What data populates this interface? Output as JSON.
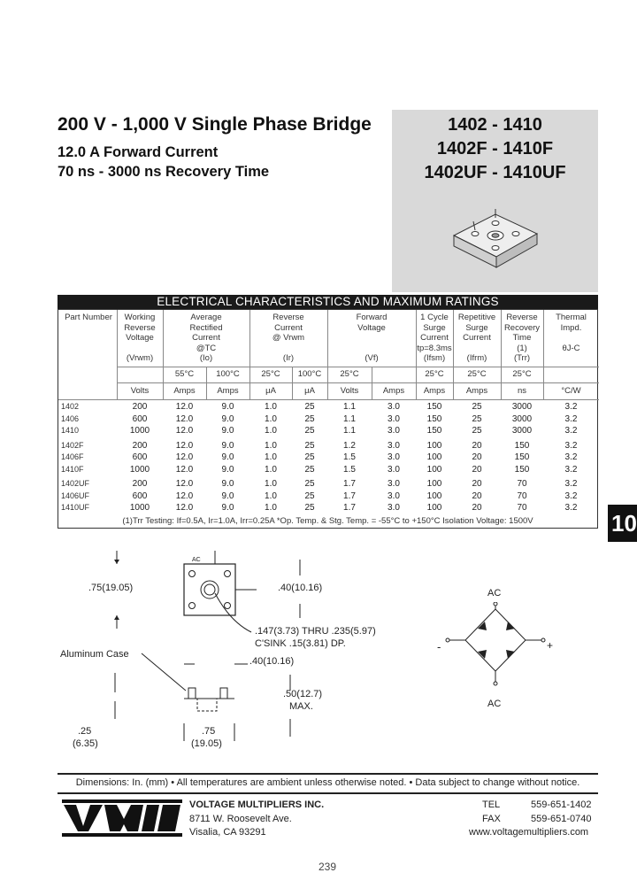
{
  "header": {
    "title": "200 V - 1,000 V Single Phase Bridge",
    "sub1": "12.0 A Forward Current",
    "sub2": "70 ns - 3000 ns Recovery Time",
    "part_numbers": [
      "1402 - 1410",
      "1402F - 1410F",
      "1402UF - 1410UF"
    ]
  },
  "table": {
    "title": "ELECTRICAL CHARACTERISTICS AND MAXIMUM RATINGS",
    "col_headers": {
      "part_number": "Part Number",
      "working": [
        "Working",
        "Reverse",
        "Voltage",
        "",
        "(Vrwm)"
      ],
      "rectified": [
        "Average",
        "Rectified",
        "Current",
        "@TC",
        "(Io)"
      ],
      "reverse_current": [
        "Reverse",
        "Current",
        "@ Vrwm",
        "",
        "(Ir)"
      ],
      "forward": [
        "Forward",
        "Voltage",
        "",
        "",
        "(Vf)"
      ],
      "surge1": [
        "1 Cycle",
        "Surge",
        "Current",
        "tp=8.3ms",
        "(Ifsm)"
      ],
      "surge_rep": [
        "Repetitive",
        "Surge",
        "Current",
        "",
        "(Ifrm)"
      ],
      "recovery": [
        "Reverse",
        "Recovery",
        "Time",
        "(1)",
        "(Trr)"
      ],
      "thermal": [
        "Thermal",
        "Impd.",
        "",
        "θJ-C",
        ""
      ]
    },
    "temps": [
      "55°C",
      "100°C",
      "25°C",
      "100°C",
      "25°C",
      "25°C",
      "25°C",
      "25°C"
    ],
    "units": [
      "Volts",
      "Amps",
      "Amps",
      "μA",
      "μA",
      "Volts",
      "Amps",
      "Amps",
      "Amps",
      "ns",
      "°C/W"
    ],
    "groups": [
      {
        "parts": [
          "1402",
          "1406",
          "1410"
        ],
        "rows": [
          [
            "200",
            "12.0",
            "9.0",
            "1.0",
            "25",
            "1.1",
            "3.0",
            "150",
            "25",
            "3000",
            "3.2"
          ],
          [
            "600",
            "12.0",
            "9.0",
            "1.0",
            "25",
            "1.1",
            "3.0",
            "150",
            "25",
            "3000",
            "3.2"
          ],
          [
            "1000",
            "12.0",
            "9.0",
            "1.0",
            "25",
            "1.1",
            "3.0",
            "150",
            "25",
            "3000",
            "3.2"
          ]
        ]
      },
      {
        "parts": [
          "1402F",
          "1406F",
          "1410F"
        ],
        "rows": [
          [
            "200",
            "12.0",
            "9.0",
            "1.0",
            "25",
            "1.2",
            "3.0",
            "100",
            "20",
            "150",
            "3.2"
          ],
          [
            "600",
            "12.0",
            "9.0",
            "1.0",
            "25",
            "1.5",
            "3.0",
            "100",
            "20",
            "150",
            "3.2"
          ],
          [
            "1000",
            "12.0",
            "9.0",
            "1.0",
            "25",
            "1.5",
            "3.0",
            "100",
            "20",
            "150",
            "3.2"
          ]
        ]
      },
      {
        "parts": [
          "1402UF",
          "1406UF",
          "1410UF"
        ],
        "rows": [
          [
            "200",
            "12.0",
            "9.0",
            "1.0",
            "25",
            "1.7",
            "3.0",
            "100",
            "20",
            "70",
            "3.2"
          ],
          [
            "600",
            "12.0",
            "9.0",
            "1.0",
            "25",
            "1.7",
            "3.0",
            "100",
            "20",
            "70",
            "3.2"
          ],
          [
            "1000",
            "12.0",
            "9.0",
            "1.0",
            "25",
            "1.7",
            "3.0",
            "100",
            "20",
            "70",
            "3.2"
          ]
        ]
      }
    ],
    "footnote": "(1)Trr Testing:  If=0.5A,  Ir=1.0A,  Irr=0.25A  *Op. Temp.  &  Stg. Temp. = -55°C to +150°C  Isolation Voltage: 1500V"
  },
  "side_tab": "10",
  "drawing": {
    "d1": ".75(19.05)",
    "d2": ".40(10.16)",
    "d3": ".147(3.73) THRU .235(5.97)",
    "d4": "C'SINK .15(3.81) DP.",
    "d5": "Aluminum Case",
    "d6": ".40(10.16)",
    "d7": ".50(12.7)",
    "d8": "MAX.",
    "d9": ".25",
    "d10": "(6.35)",
    "d11": ".75",
    "d12": "(19.05)",
    "ac_top": "AC",
    "ac_bottom": "AC",
    "minus": "-",
    "plus": "+",
    "pkg_ac": "AC"
  },
  "footer": {
    "disclaimer": "Dimensions: In. (mm) • All temperatures are ambient unless otherwise noted. • Data subject to change without notice.",
    "company": "VOLTAGE MULTIPLIERS INC.",
    "address1": "8711 W. Roosevelt Ave.",
    "address2": "Visalia, CA 93291",
    "tel_label": "TEL",
    "tel": "559-651-1402",
    "fax_label": "FAX",
    "fax": "559-651-0740",
    "web": "www.voltagemultipliers.com",
    "page": "239"
  }
}
